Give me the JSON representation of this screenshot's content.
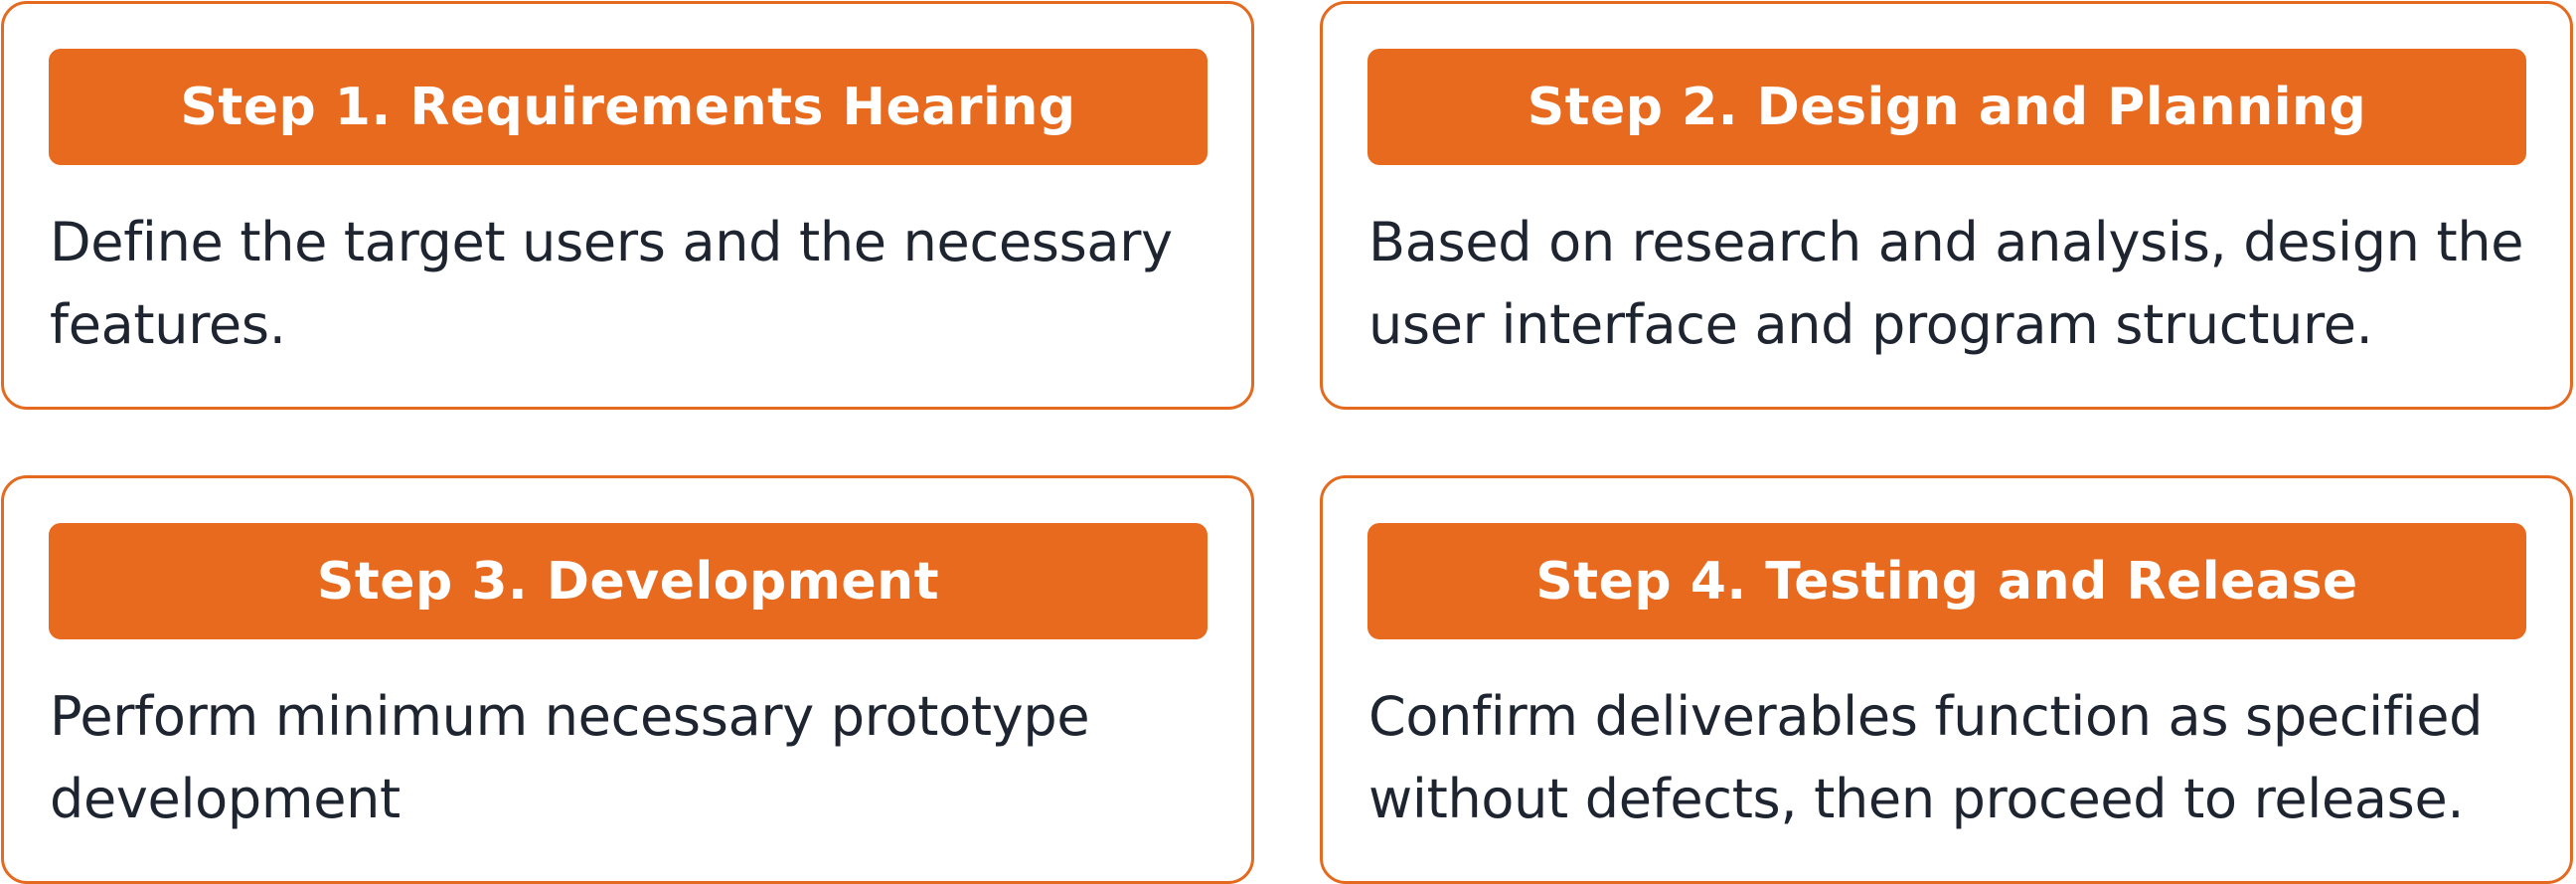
{
  "colors": {
    "accent": "#e76a1e",
    "border": "#e36a1e",
    "text": "#1e2530",
    "header_text": "#ffffff"
  },
  "steps": [
    {
      "title": "Step 1. Requirements Hearing",
      "description": "Define the target users and the necessary features."
    },
    {
      "title": "Step 2. Design and Planning",
      "description": "Based on research and analysis, design the user interface and program structure."
    },
    {
      "title": "Step 3. Development",
      "description": "Perform minimum necessary prototype development"
    },
    {
      "title": "Step 4. Testing and Release",
      "description": "Confirm deliverables function as specified without defects, then proceed to release."
    }
  ]
}
